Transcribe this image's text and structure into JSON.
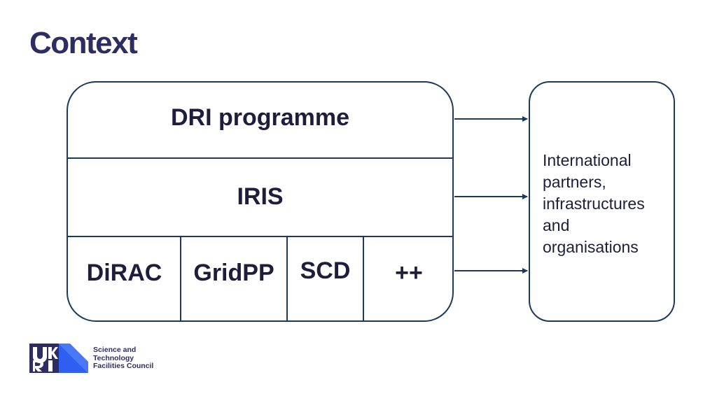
{
  "slide": {
    "title": "Context"
  },
  "diagram": {
    "rows": {
      "top": "DRI programme",
      "middle": "IRIS"
    },
    "cells": [
      "DiRAC",
      "GridPP",
      "SCD",
      "++"
    ],
    "side_box_text": "International partners, infrastructures and organisations"
  },
  "footer": {
    "logo_lines": [
      "Science and",
      "Technology",
      "Facilities Council"
    ]
  },
  "colors": {
    "title": "#2e2d62",
    "border": "#1b3a5e",
    "logo_blue": "#2e5ff0",
    "logo_navy": "#2e2d62"
  }
}
